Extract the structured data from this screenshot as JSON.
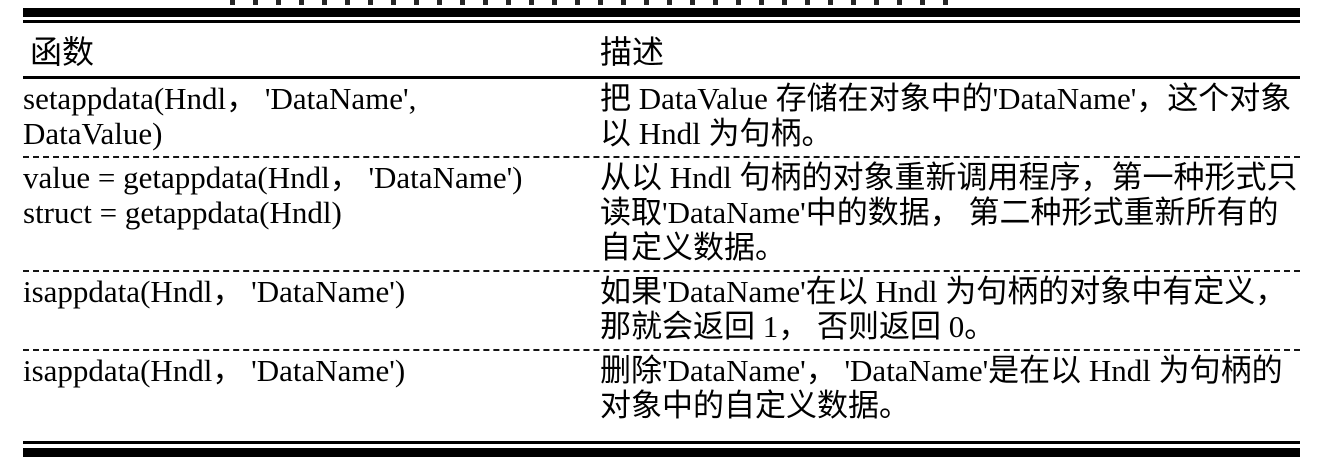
{
  "table": {
    "header": {
      "function": "函数",
      "description": "描述"
    },
    "rows": [
      {
        "function": "setappdata(Hndl， 'DataName',\nDataValue)",
        "description": "把 DataValue 存储在对象中的'DataName'，这个对象\n以 Hndl 为句柄。"
      },
      {
        "function": "value = getappdata(Hndl， 'DataName')\nstruct = getappdata(Hndl)",
        "description": "从以 Hndl 句柄的对象重新调用程序，第一种形式只\n读取'DataName'中的数据， 第二种形式重新所有的\n自定义数据。"
      },
      {
        "function": "isappdata(Hndl， 'DataName')",
        "description": "如果'DataName'在以 Hndl 为句柄的对象中有定义，\n那就会返回 1， 否则返回 0。"
      },
      {
        "function": "isappdata(Hndl， 'DataName')",
        "description": "删除'DataName'， 'DataName'是在以 Hndl 为句柄的\n对象中的自定义数据。"
      }
    ]
  },
  "colors": {
    "text": "#000000",
    "rules": "#000000",
    "background": "#ffffff"
  }
}
